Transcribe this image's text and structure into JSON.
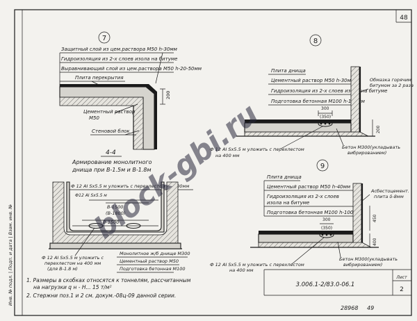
{
  "sheet": {
    "page_number": "48",
    "doc_code": "3.006.1-2/83.0-06.1",
    "list_label": "Лист",
    "list_number": "2",
    "bottom_code": "28968",
    "bottom_num": "49",
    "side_stamp": "Инв. № подл. | Подп. и дата | Взам. инв. №",
    "watermark": "block-gbi.ru"
  },
  "detail7": {
    "number": "7",
    "layer1": "Защитный слой из цем.раствора М50 h-30мм",
    "layer2": "Гидроизоляция из 2-х слоев изола на битуме",
    "layer3": "Выравнивающий слой из цем.раствора М50 h-20-50мм",
    "layer4": "Плита перекрытия",
    "dim": "200",
    "mortar1": "Цементный раствор",
    "mortar2": "М50",
    "block": "Стеновой блок"
  },
  "detail8": {
    "number": "8",
    "slab": "Плита днища",
    "layer1": "Цементный раствор М50 h-30мм",
    "layer2": "Гидроизоляция из 2-х слоев изола на битуме",
    "layer3": "Подготовка бетонная М100 h-100мм",
    "coat1": "Обмазка горячим",
    "coat2": "битумом за 2 раза",
    "d300": "300",
    "d350": "(350)",
    "dim200": "200",
    "rebar1": "Ф 12 АI Sх5.5 м уложить с перехлестом",
    "rebar2": "на 400 мм",
    "concrete1": "Бетон М300(укладывать",
    "concrete2": "вибрированием)"
  },
  "section44": {
    "title": "4-4",
    "sub1": "Армирование монолитного",
    "sub2": "днища при В-1.5м и В-1.8м",
    "rebar_top": "Ф 12 АI Sх5.5 м уложить с перехлестом на 400мм",
    "b_label": "В-1500",
    "b_alt": "(В-1800)",
    "b_dim2": "В-1500",
    "rebar_bot1": "Ф 12 АI Sх5.5 м уложить с",
    "rebar_bot2": "перехлестом на 400 мм",
    "rebar_bot3": "(для В-1.8 м)",
    "label_cols": "Ф12 АI Sх5.5 м",
    "mono": "Монолитное ж/б днище М300",
    "mortar": "Цементный раствор М50",
    "prep": "Подготовка бетонная М100"
  },
  "detail9": {
    "number": "9",
    "slab": "Плита днища",
    "layer1": "Цементный раствор М50 h-40мм",
    "layer2a": "Гидроизоляция из 2-х слоев",
    "layer2b": "изола на битуме",
    "layer3": "Подготовка бетонная М100 h-100мм",
    "asb1": "Асбестоцемент.",
    "asb2": "плита δ-8мм",
    "d300": "300",
    "d350": "(350)",
    "dim450": "450",
    "dim400": "400",
    "rebar1": "Ф 12 АI Sх5.5 м уложить с перехлестом",
    "rebar2": "на 400 мм",
    "concrete1": "Бетон М300(укладывать",
    "concrete2": "вибрированием)"
  },
  "notes": {
    "n1a": "1. Размеры в скобках относятся к тоннелям, рассчитанным",
    "n1b": "на нагрузки  q н -  H... 15 т/м²",
    "n2": "2. Стержни поз.1 и 2 см. докум.-08ц-09 данной серии."
  }
}
